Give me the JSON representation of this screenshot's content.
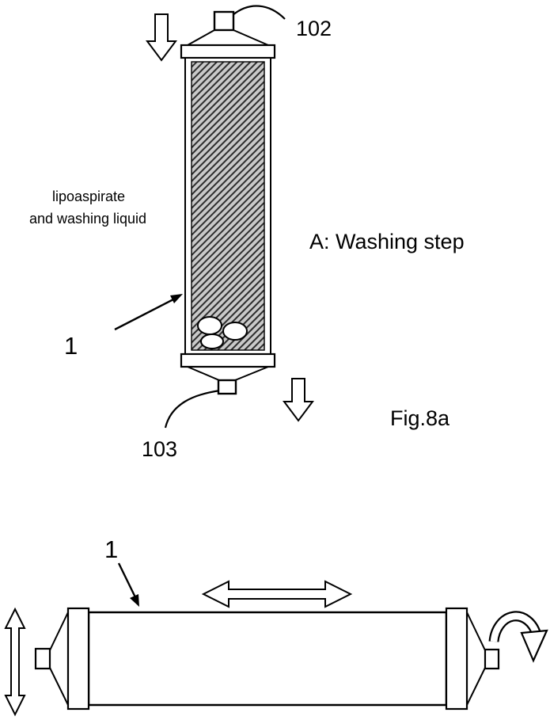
{
  "figure": {
    "fig_label": "Fig.8a",
    "step_title": "A: Washing step",
    "caption": {
      "line1": "lipoaspirate",
      "line2": "and washing liquid"
    },
    "labels": {
      "top_port": "102",
      "bottom_port": "103",
      "device_washing": "1",
      "device_agitation": "1"
    },
    "colors": {
      "ink": "#000000",
      "paper": "#ffffff",
      "hatch_background": "#c9c9c9",
      "hatch_line": "#2e2e2e"
    }
  }
}
